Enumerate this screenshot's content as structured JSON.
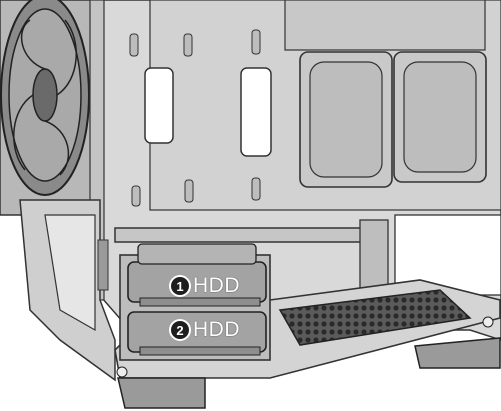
{
  "labels": [
    {
      "number": "1",
      "text": "HDD"
    },
    {
      "number": "2",
      "text": "HDD"
    }
  ]
}
